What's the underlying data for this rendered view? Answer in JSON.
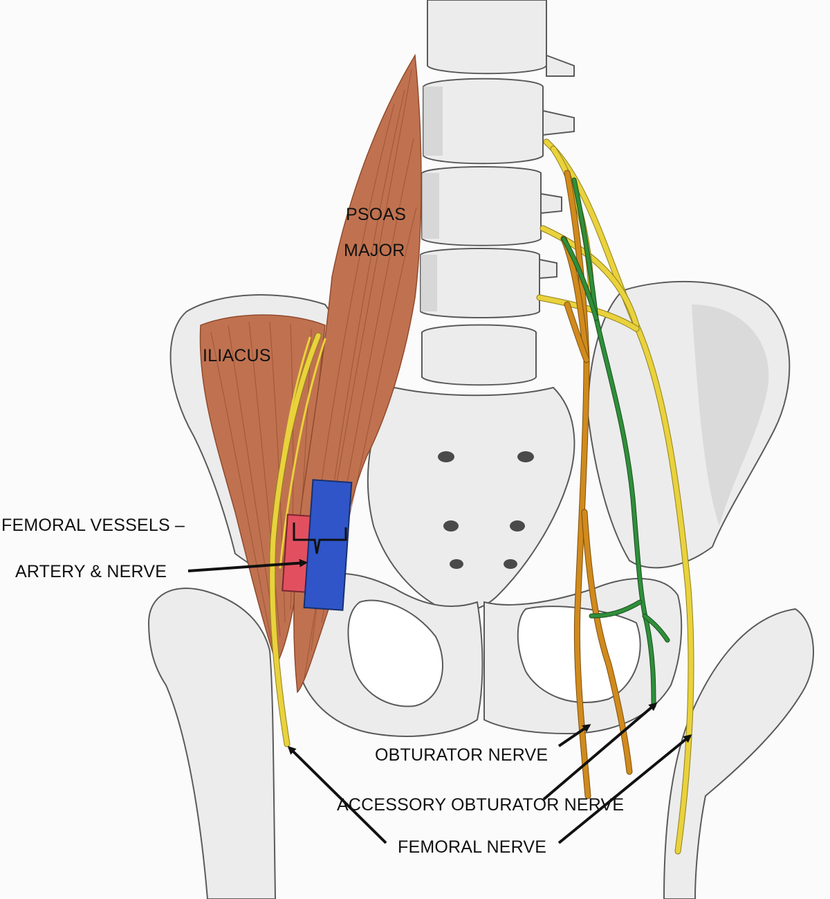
{
  "labels": {
    "psoas_line1": "PSOAS",
    "psoas_line2": "MAJOR",
    "iliacus": "ILIACUS",
    "femoral_vessels_line1": "FEMORAL VESSELS –",
    "femoral_vessels_line2": "ARTERY & NERVE",
    "obturator": "OBTURATOR NERVE",
    "accessory_obturator": "ACCESSORY OBTURATOR NERVE",
    "femoral_nerve": "FEMORAL NERVE"
  },
  "colors": {
    "muscle": "#c07250",
    "femoral_nerve": "#e9d23c",
    "obturator_nerve": "#d18a1c",
    "accessory_obturator_nerve": "#2f8f3a",
    "artery": "#e2505f",
    "vein": "#2f55c8",
    "bone": "#ececec"
  }
}
